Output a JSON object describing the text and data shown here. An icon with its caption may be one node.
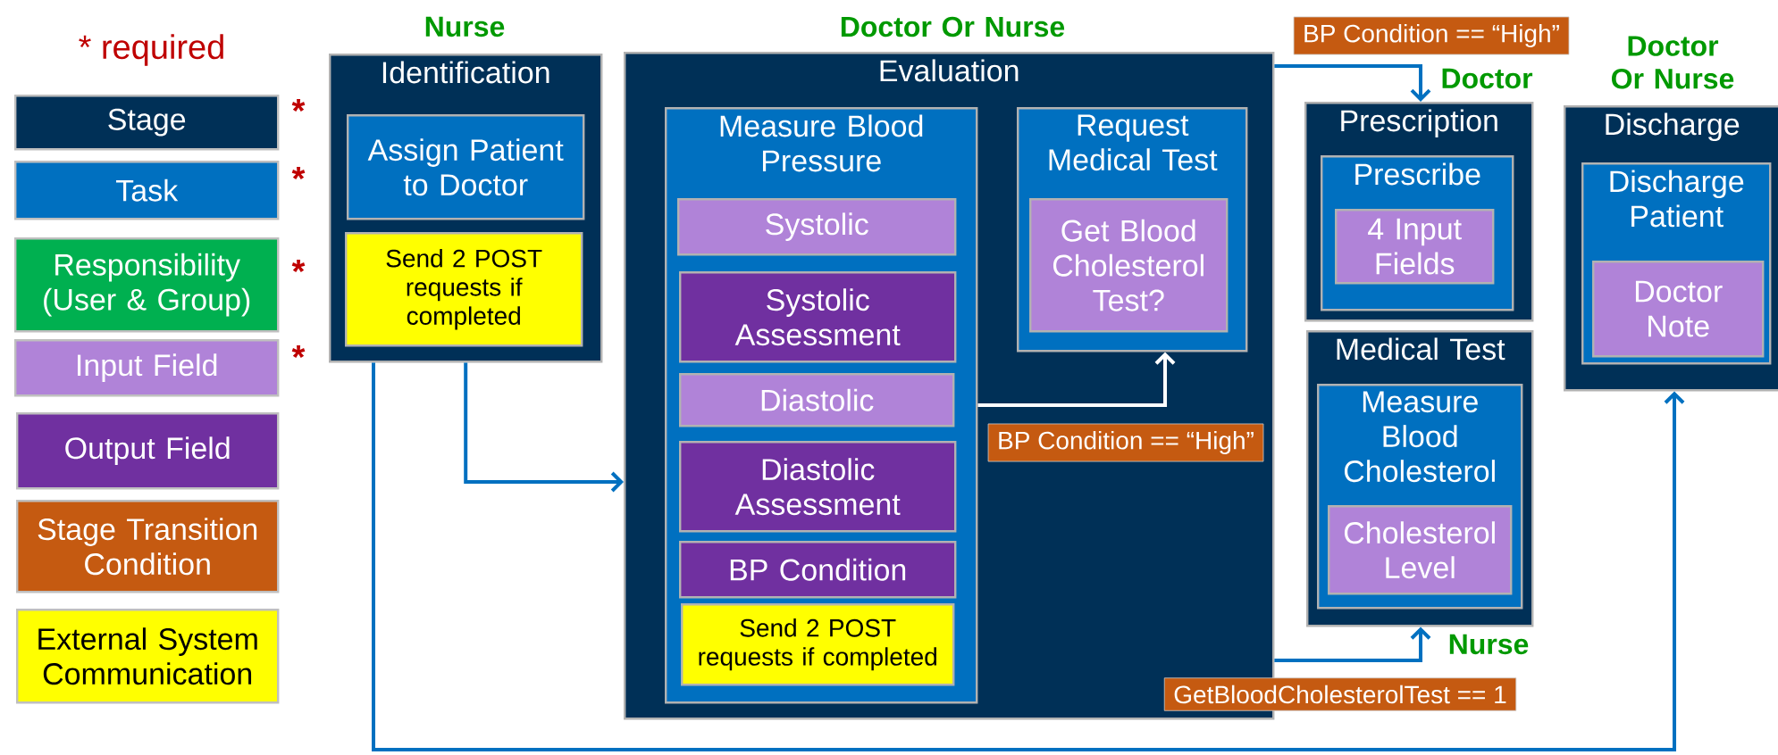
{
  "diagram": {
    "nodes": [
      {
        "text": [
          "Identification"
        ],
        "beside": [
          "Nurse"
        ]
      },
      {
        "text": [
          "Assign Patient to Doctor"
        ],
        "in": 0
      },
      {
        "text": [
          "Send 2 POST requests if completed"
        ],
        "in": 0
      },
      {
        "text": [
          "Evaluation"
        ],
        "beside": [
          "Doctor Or Nurse"
        ]
      },
      {
        "text": [
          "Measure Blood Pressure"
        ],
        "in": 3
      },
      {
        "text": [
          "Systolic"
        ],
        "in": 4
      },
      {
        "text": [
          "Systolic Assessment"
        ],
        "in": 4
      },
      {
        "text": [
          "Diastolic"
        ],
        "in": 4
      },
      {
        "text": [
          "Diastolic Assessment"
        ],
        "in": 4
      },
      {
        "text": [
          "BP Condition"
        ],
        "in": 4
      },
      {
        "text": [
          "Send 2 POST requests if completed"
        ],
        "in": 4
      },
      {
        "text": [
          "Request Medical Test"
        ],
        "in": 3
      },
      {
        "text": [
          "Get Blood Cholesterol Test?"
        ],
        "in": 11
      },
      {
        "text": [
          "Prescription"
        ],
        "beside": [
          "Doctor"
        ]
      },
      {
        "text": [
          "Prescribe"
        ],
        "in": 13
      },
      {
        "text": [
          "4 Input Fields"
        ],
        "in": 14
      },
      {
        "text": [
          "Medical Test"
        ],
        "beside": [
          "Nurse"
        ]
      },
      {
        "text": [
          "Measure Blood Cholesterol"
        ],
        "in": 16
      },
      {
        "text": [
          "Cholesterol Level"
        ],
        "in": 17
      },
      {
        "text": [
          "Discharge"
        ],
        "beside": [
          "Doctor Or Nurse"
        ]
      },
      {
        "text": [
          "Discharge Patient"
        ],
        "in": 19
      },
      {
        "text": [
          "Doctor Note"
        ],
        "in": 20
      }
    ],
    "edges": [
      {
        "from": 0,
        "to": 3,
        "arrow": "to"
      },
      {
        "from": 0,
        "to": 19,
        "arrow": "to"
      },
      {
        "from": 4,
        "to": 11,
        "arrow": "to",
        "label": "BP Condition == “High”",
        "color": "#ffffff"
      },
      {
        "from": 3,
        "to": 13,
        "arrow": "to",
        "label": "BP Condition == “High”"
      },
      {
        "from": 3,
        "to": 16,
        "arrow": "to",
        "label": "GetBloodCholesterolTest == 1"
      }
    ],
    "labels": [
      "* required",
      "*",
      "*",
      "*",
      "*"
    ],
    "legend": [
      {
        "text": "Stage",
        "color": "#003057"
      },
      {
        "text": "Task",
        "color": "#0070c0"
      },
      {
        "text": "Responsibility (User & Group)",
        "color": "#00b050"
      },
      {
        "text": "Input Field",
        "color": "#b083d8"
      },
      {
        "text": "Output Field",
        "color": "#7030a0"
      },
      {
        "text": "Stage Transition Condition",
        "color": "#c55a11"
      },
      {
        "text": "External System Communication",
        "color": "#ffff00"
      }
    ]
  }
}
